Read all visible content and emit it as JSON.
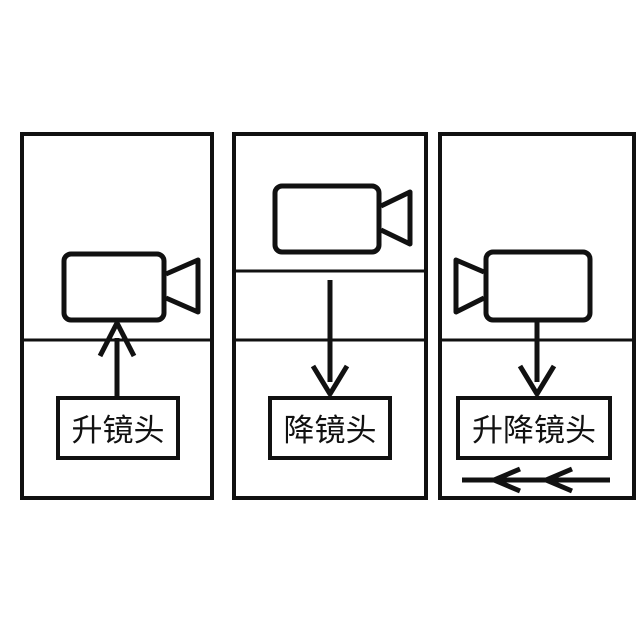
{
  "panels": [
    {
      "label": "升镜头",
      "camera_facing": "right",
      "arrow_direction": "up"
    },
    {
      "label": "降镜头",
      "camera_facing": "right",
      "arrow_direction": "down"
    },
    {
      "label": "升降镜头",
      "camera_facing": "left",
      "arrow_direction": "down",
      "extra": "double-left-arrow"
    }
  ],
  "colors": {
    "stroke": "#111111",
    "background": "#ffffff"
  },
  "icons": [
    "video-camera-icon",
    "arrow-up-icon",
    "arrow-down-icon",
    "double-arrow-left-icon"
  ]
}
